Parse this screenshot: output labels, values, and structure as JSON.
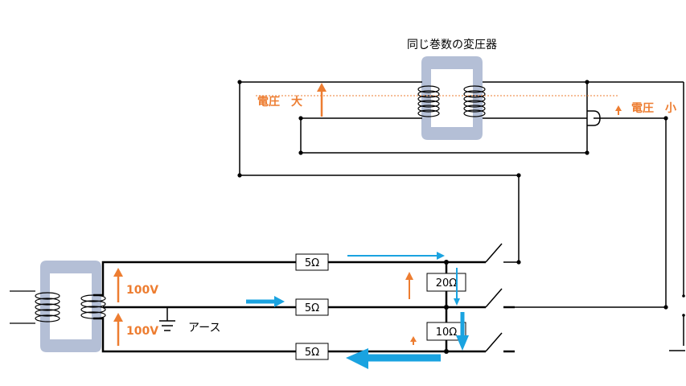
{
  "labels": {
    "title": "同じ巻数の変圧器",
    "voltage_high": "電圧　大",
    "voltage_low": "電圧　小",
    "v_upper": "100V",
    "v_lower": "100V",
    "earth": "アース"
  },
  "resistors": {
    "line_top": "5Ω",
    "line_mid": "5Ω",
    "line_bot": "5Ω",
    "load_upper": "20Ω",
    "load_lower": "10Ω"
  },
  "colors": {
    "wire": "#000000",
    "core": "#b4bfd6",
    "voltage_arrow": "#ED7D31",
    "current_arrow": "#1AA3E0"
  }
}
